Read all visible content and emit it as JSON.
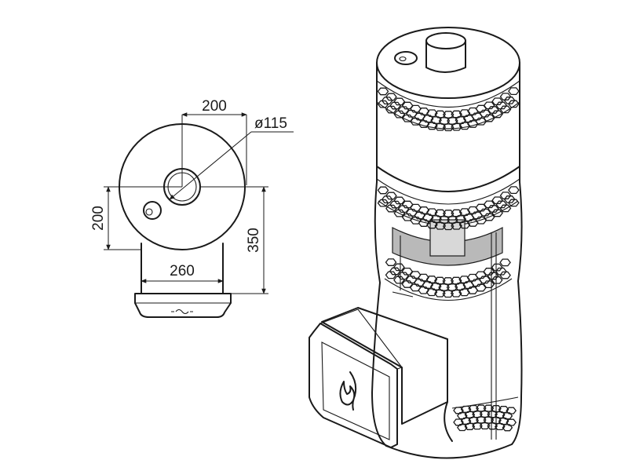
{
  "dimensions": {
    "width_top": "200",
    "diameter_flue": "ø115",
    "height_left": "200",
    "height_right": "350",
    "width_base": "260"
  },
  "colors": {
    "line": "#1a1a1a",
    "background": "#ffffff",
    "interior": "#b9b9b9"
  }
}
